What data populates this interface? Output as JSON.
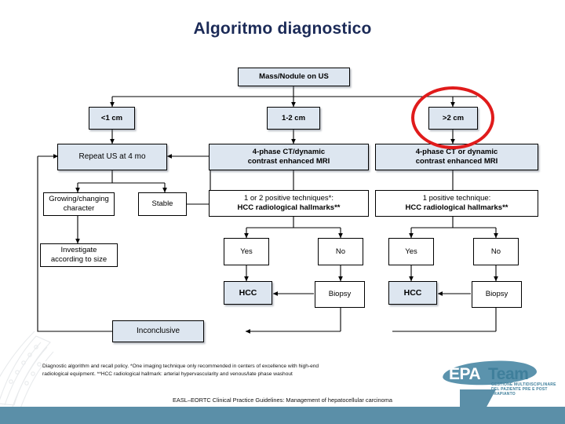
{
  "slide": {
    "title": "Algoritmo diagnostico",
    "title_color": "#1b2a57",
    "accent_color": "#5b8fa8",
    "annotation_color": "#e01b1b",
    "shaded_box_color": "#dde6f0"
  },
  "flowchart": {
    "type": "diagram",
    "nodes": {
      "root": "Mass/Nodule on US",
      "size_small": "<1 cm",
      "size_mid": "1-2 cm",
      "size_large": ">2 cm",
      "repeat_us": "Repeat US at 4 mo",
      "mid_imaging_l1": "4-phase CT/dynamic",
      "mid_imaging_l2": "contrast enhanced MRI",
      "large_imaging_l1": "4-phase CT or dynamic",
      "large_imaging_l2": "contrast enhanced MRI",
      "growing": "Growing/changing character",
      "growing_l1": "Growing/changing",
      "growing_l2": "character",
      "stable": "Stable",
      "investigate_l1": "Investigate",
      "investigate_l2": "according to size",
      "mid_criteria_l1": "1 or 2 positive techniques*:",
      "mid_criteria_l2": "HCC radiological hallmarks**",
      "large_criteria_l1": "1 positive technique:",
      "large_criteria_l2": "HCC radiological hallmarks**",
      "mid_yes": "Yes",
      "mid_no": "No",
      "large_yes": "Yes",
      "large_no": "No",
      "mid_hcc": "HCC",
      "mid_biopsy": "Biopsy",
      "large_hcc": "HCC",
      "large_biopsy": "Biopsy",
      "inconclusive": "Inconclusive"
    }
  },
  "footnote": {
    "line1": "Diagnostic algorithm and recall policy. *One imaging technique only recommended in centers of excellence with high-end",
    "line2": "radiological equipment. **HCC radiological hallmark: arterial hypervascularity and venous/late phase washout"
  },
  "credit": {
    "text": "EASL–EORTC Clinical Practice Guidelines: Management of hepatocellular carcinoma"
  },
  "logo": {
    "epa": "EPA",
    "team": "Team",
    "sub_line1": "GESTIONE MULTIDISCIPLINARE",
    "sub_line2": "DEL PAZIENTE PRE E POST TRAPIANTO"
  }
}
